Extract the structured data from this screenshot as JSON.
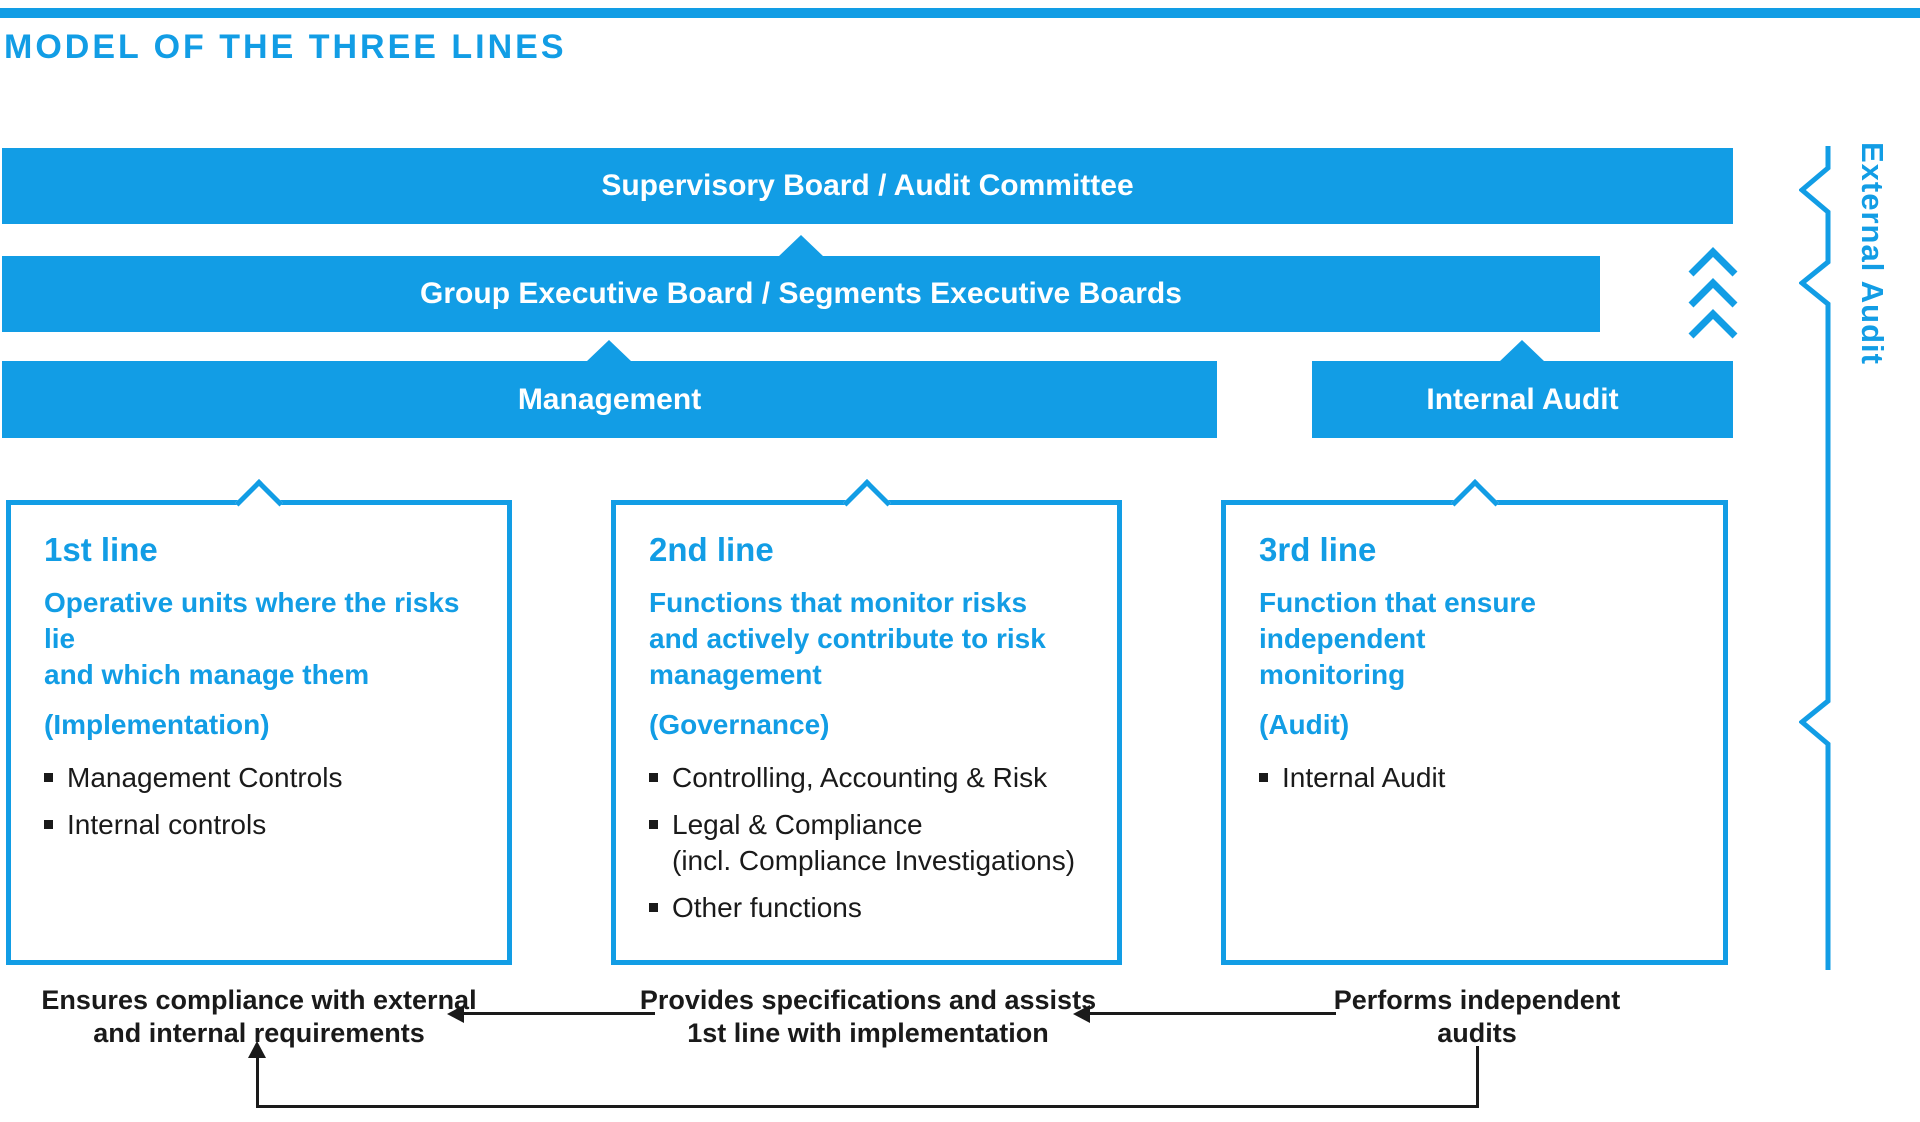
{
  "colors": {
    "accent": "#129DE5",
    "ink": "#1A1A1A",
    "bar_text": "#FFFFFF"
  },
  "title": "MODEL OF THE THREE LINES",
  "bars": {
    "supervisory": "Supervisory Board / Audit Committee",
    "group_executive": "Group Executive Board / Segments Executive Boards",
    "management": "Management",
    "internal_audit": "Internal Audit"
  },
  "external_audit_label": "External Audit",
  "icons": {
    "up_chevrons": "three stacked up chevrons",
    "bracket": "external-audit coverage bracket"
  },
  "boxes": [
    {
      "heading": "1st line",
      "desc_lines": [
        "Operative units where the risks lie",
        "and which manage them"
      ],
      "parenthetical": "(Implementation)",
      "bullets": [
        {
          "text": "Management Controls"
        },
        {
          "text": "Internal controls"
        }
      ]
    },
    {
      "heading": "2nd line",
      "desc_lines": [
        "Functions that monitor risks",
        "and actively contribute to risk",
        "management"
      ],
      "parenthetical": "(Governance)",
      "bullets": [
        {
          "text": "Controlling, Accounting & Risk"
        },
        {
          "text": "Legal & Compliance",
          "sub": "(incl. Compliance Investigations)"
        },
        {
          "text": "Other functions"
        }
      ]
    },
    {
      "heading": "3rd line",
      "desc_lines": [
        "Function that ensure independent",
        "monitoring"
      ],
      "parenthetical": "(Audit)",
      "bullets": [
        {
          "text": "Internal Audit"
        }
      ]
    }
  ],
  "captions": [
    {
      "line1": "Ensures compliance with external",
      "line2": "and internal requirements"
    },
    {
      "line1": "Provides specifications and assists",
      "line2": "1st line with implementation"
    },
    {
      "line1": "Performs independent",
      "line2": "audits"
    }
  ]
}
